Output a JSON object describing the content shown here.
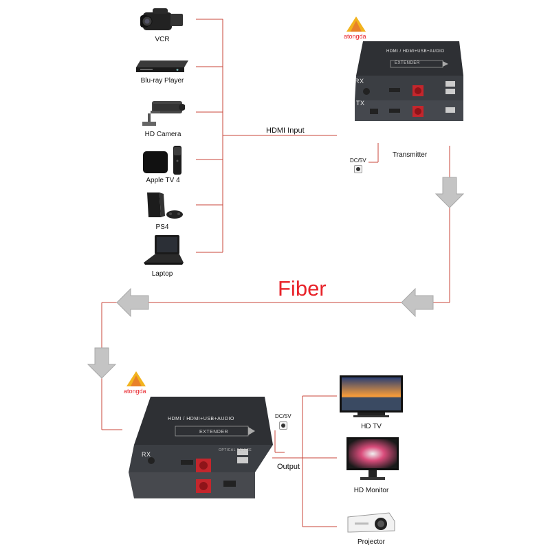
{
  "sources": [
    {
      "name": "vcr",
      "label": "VCR"
    },
    {
      "name": "blu-ray-player",
      "label": "Blu-ray Player"
    },
    {
      "name": "hd-camera",
      "label": "HD Camera"
    },
    {
      "name": "apple-tv",
      "label": "Apple TV 4"
    },
    {
      "name": "ps4",
      "label": "PS4"
    },
    {
      "name": "laptop",
      "label": "Laptop"
    }
  ],
  "hdmi_input_label": "HDMI Input",
  "transmitter_label": "Transmitter",
  "dc_label_top": "DC/5V",
  "dc_label_bottom": "DC/5V",
  "fiber_label": "Fiber",
  "brand_top": "atongda",
  "brand_bottom": "atongda",
  "device_text": {
    "top_title": "HDMI / HDMI+USB+AUDIO",
    "top_extender": "EXTENDER",
    "bottom_title": "HDMI / HDMI+USB+AUDIO",
    "bottom_extender": "EXTENDER",
    "rx": "RX",
    "tx": "TX",
    "optical": "OPTICAL DEVICE"
  },
  "output_label": "Output",
  "outputs": [
    {
      "name": "hd-tv",
      "label": "HD TV"
    },
    {
      "name": "hd-monitor",
      "label": "HD Monitor"
    },
    {
      "name": "projector",
      "label": "Projector"
    }
  ],
  "colors": {
    "wire": "#c0392b",
    "arrow": "#bdbdbd",
    "fiber_text": "#e8232a",
    "device_body": "#2e3034"
  }
}
